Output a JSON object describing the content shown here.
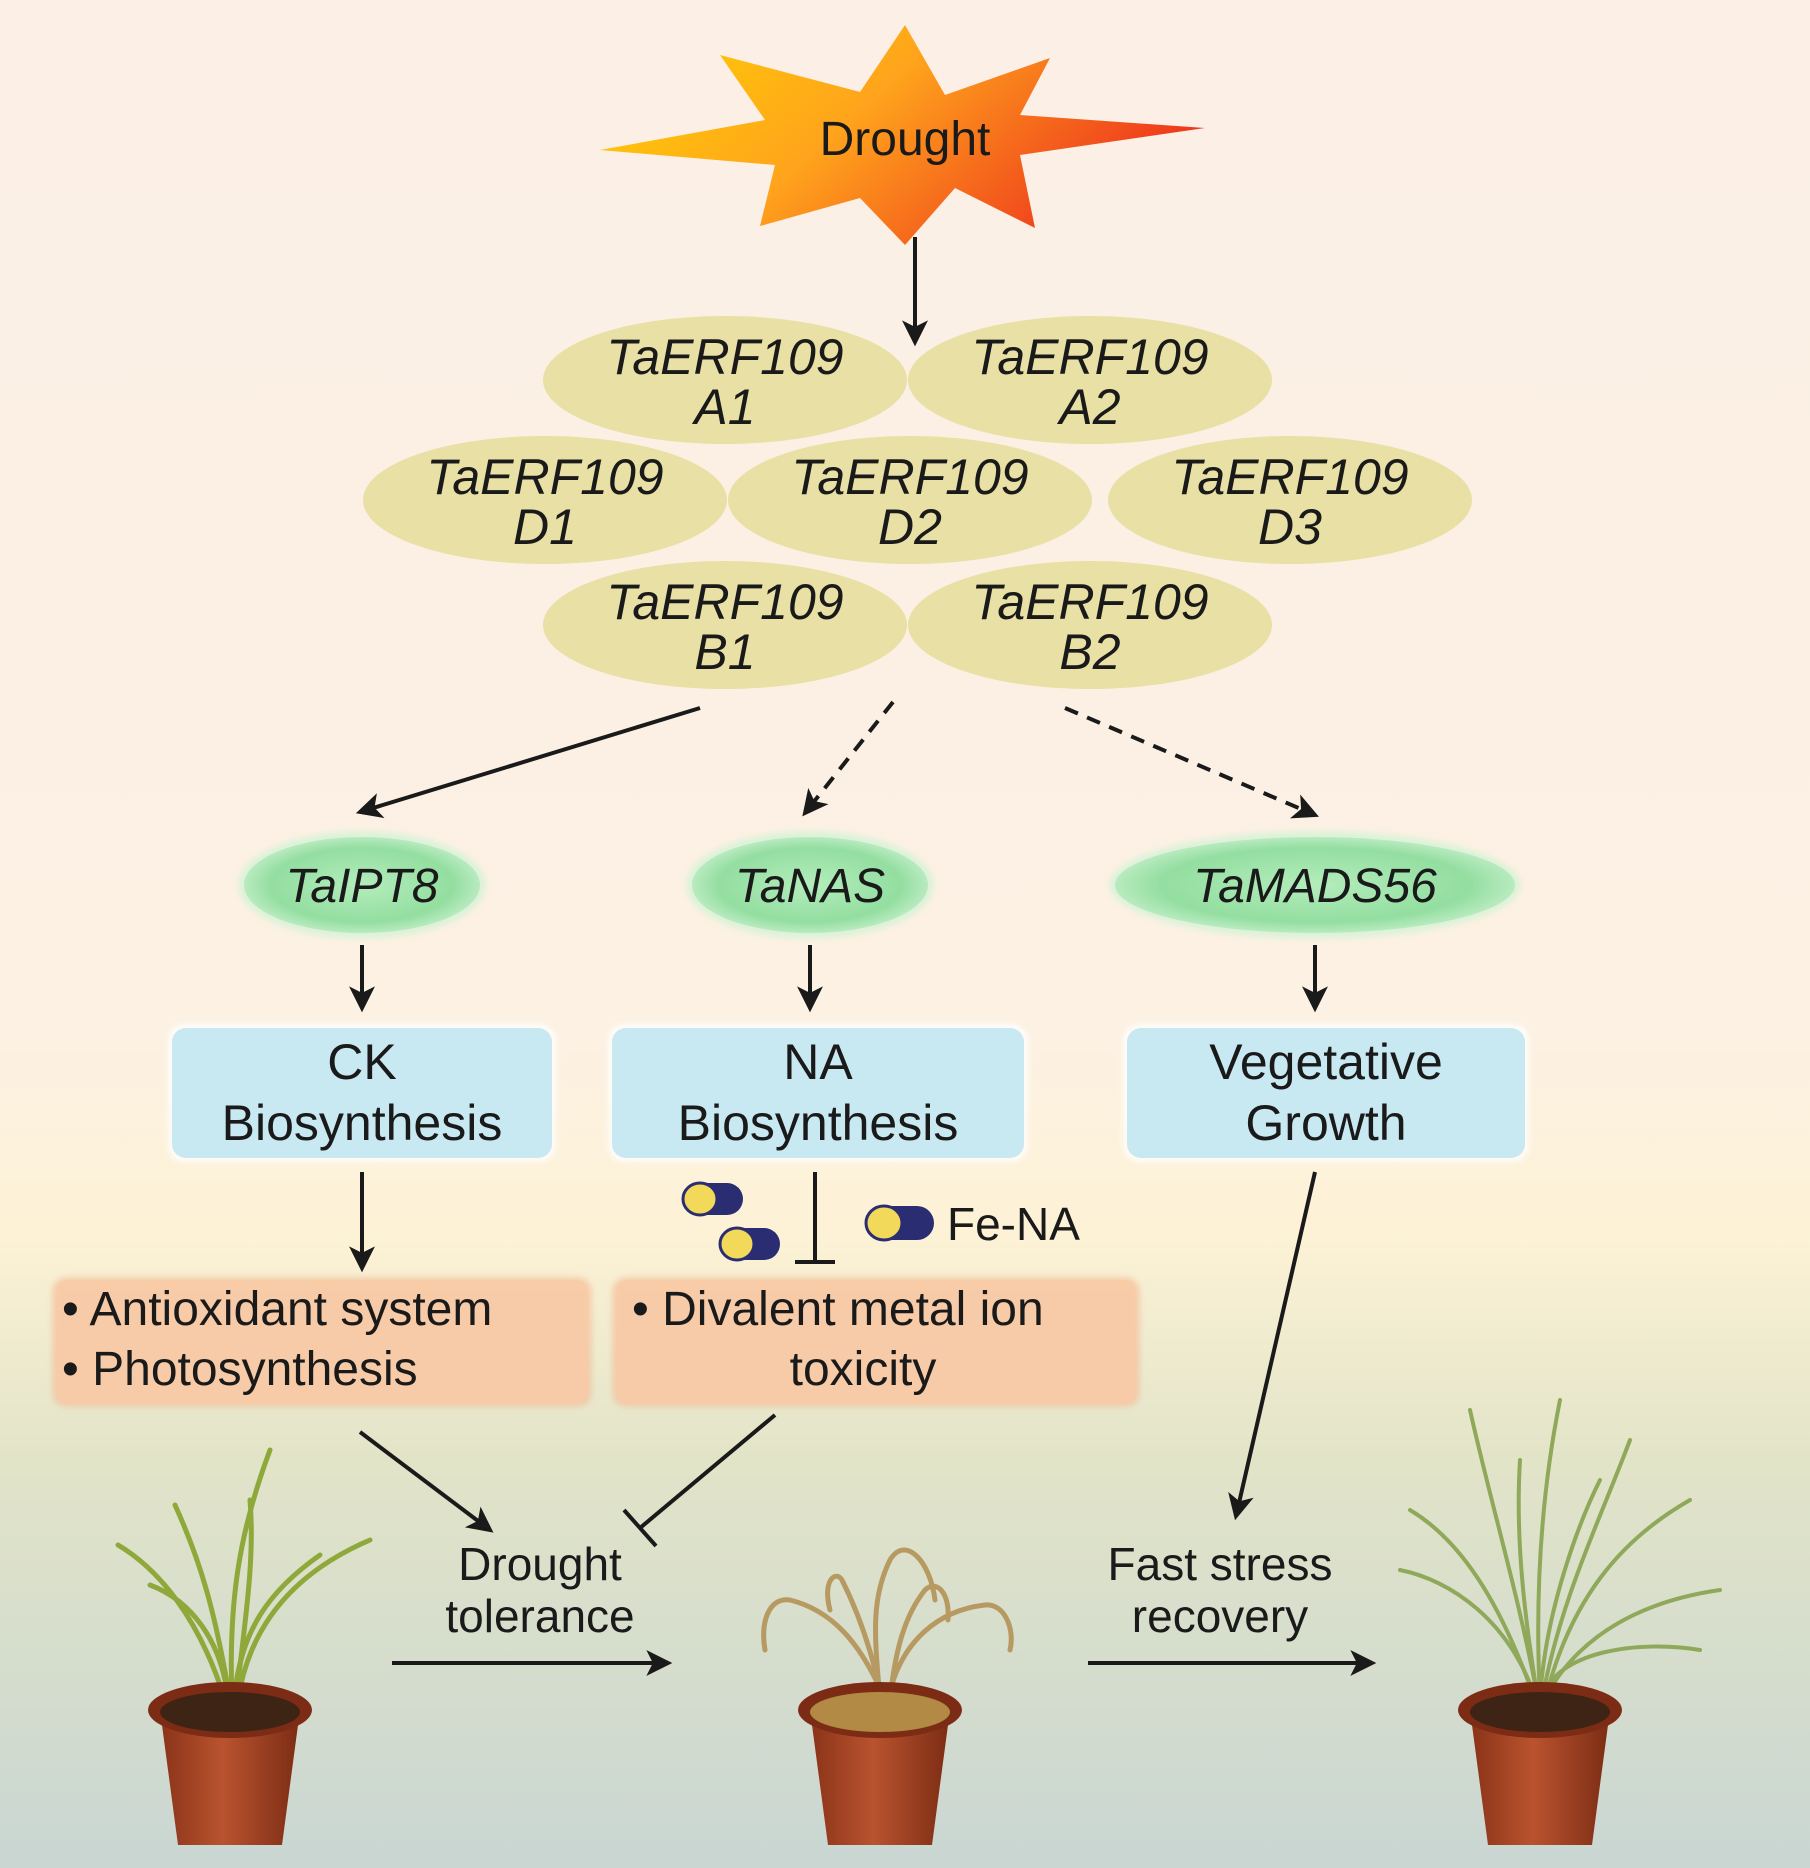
{
  "stimulus": {
    "label": "Drought"
  },
  "erf_genes": [
    {
      "line1": "TaERF109",
      "line2": "A1"
    },
    {
      "line1": "TaERF109",
      "line2": "A2"
    },
    {
      "line1": "TaERF109",
      "line2": "D1"
    },
    {
      "line1": "TaERF109",
      "line2": "D2"
    },
    {
      "line1": "TaERF109",
      "line2": "D3"
    },
    {
      "line1": "TaERF109",
      "line2": "B1"
    },
    {
      "line1": "TaERF109",
      "line2": "B2"
    }
  ],
  "targets": [
    {
      "gene": "TaIPT8",
      "process_line1": "CK",
      "process_line2": "Biosynthesis"
    },
    {
      "gene": "TaNAS",
      "process_line1": "NA",
      "process_line2": "Biosynthesis"
    },
    {
      "gene": "TaMADS56",
      "process_line1": "Vegetative",
      "process_line2": "Growth"
    }
  ],
  "effects": {
    "left": [
      "• Antioxidant system",
      "• Photosynthesis"
    ],
    "middle": [
      "• Divalent metal ion",
      "toxicity"
    ]
  },
  "fe_na_label": "Fe-NA",
  "outcomes": {
    "tolerance_line1": "Drought",
    "tolerance_line2": "tolerance",
    "recovery_line1": "Fast stress",
    "recovery_line2": "recovery"
  },
  "colors": {
    "erf_fill": "#e8e0a4",
    "target_fill": "#9ee3a9",
    "process_fill": "#c8e8f2",
    "effect_fill": "#f7ccaa",
    "pot": "#a8452a",
    "arrow": "#1a1a1a"
  }
}
